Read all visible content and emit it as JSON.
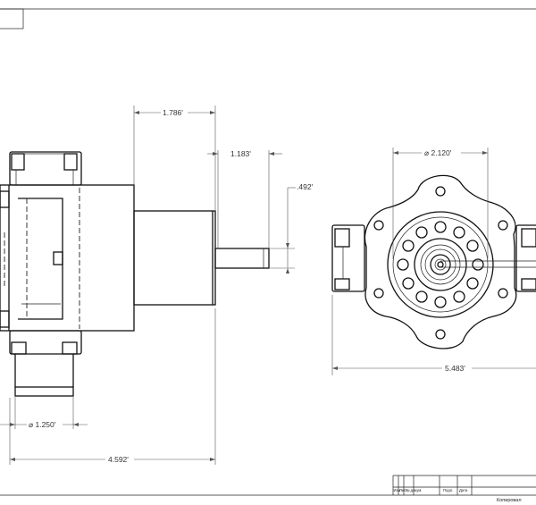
{
  "dimensions": {
    "side_width": "1.786'",
    "shaft_length": "1.183'",
    "shaft_diameter": ".492'",
    "inlet_diameter": "⌀ 1.250'",
    "overall_length": "4.592'",
    "bolt_circle": "⌀ 2.120'",
    "overall_width": "5.483'"
  },
  "title_block": {
    "cols": [
      "Изм",
      "Лист",
      "№ докум.",
      "Подп.",
      "Дата"
    ],
    "copied": "Копировал"
  },
  "colors": {
    "line": "#111111",
    "dimension": "#555555",
    "background": "#ffffff"
  }
}
